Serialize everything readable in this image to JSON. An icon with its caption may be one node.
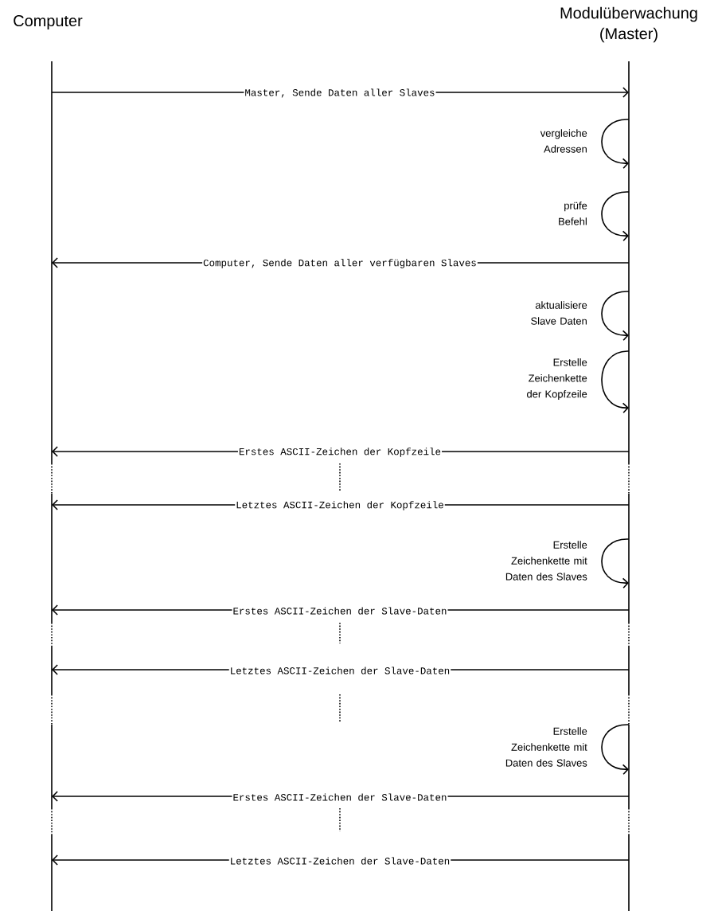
{
  "diagram": {
    "nodes": [
      {
        "text": [
          "Computer"
        ]
      },
      {
        "text": [
          "Modulüberwachung (Master)"
        ]
      }
    ],
    "edges": [
      {
        "from": 0,
        "to": 1,
        "arrow": "to",
        "label": "Master, Sende Daten aller Slaves"
      },
      {
        "from": 1,
        "to": 1,
        "arrow": "to",
        "label": "vergleiche Adressen"
      },
      {
        "from": 1,
        "to": 1,
        "arrow": "to",
        "label": "prüfe Befehl"
      },
      {
        "from": 1,
        "to": 0,
        "arrow": "to",
        "label": "Computer, Sende Daten aller verfügbaren Slaves"
      },
      {
        "from": 1,
        "to": 1,
        "arrow": "to",
        "label": "aktualisiere Slave Daten"
      },
      {
        "from": 1,
        "to": 1,
        "arrow": "to",
        "label": "Erstelle Zeichenkette der Kopfzeile"
      },
      {
        "from": 1,
        "to": 0,
        "arrow": "to",
        "label": "Erstes ASCII-Zeichen der Kopfzeile"
      },
      {
        "from": 1,
        "to": 0,
        "arrow": "to",
        "label": "Letztes ASCII-Zeichen der Kopfzeile"
      },
      {
        "from": 1,
        "to": 1,
        "arrow": "to",
        "label": "Erstelle Zeichenkette mit Daten des Slaves"
      },
      {
        "from": 1,
        "to": 0,
        "arrow": "to",
        "label": "Erstes ASCII-Zeichen der Slave-Daten"
      },
      {
        "from": 1,
        "to": 0,
        "arrow": "to",
        "label": "Letztes ASCII-Zeichen der Slave-Daten"
      },
      {
        "from": 1,
        "to": 1,
        "arrow": "to",
        "label": "Erstelle Zeichenkette mit Daten des Slaves"
      },
      {
        "from": 1,
        "to": 0,
        "arrow": "to",
        "label": "Erstes ASCII-Zeichen der Slave-Daten"
      },
      {
        "from": 1,
        "to": 0,
        "arrow": "to",
        "label": "Letztes ASCII-Zeichen der Slave-Daten"
      }
    ]
  }
}
